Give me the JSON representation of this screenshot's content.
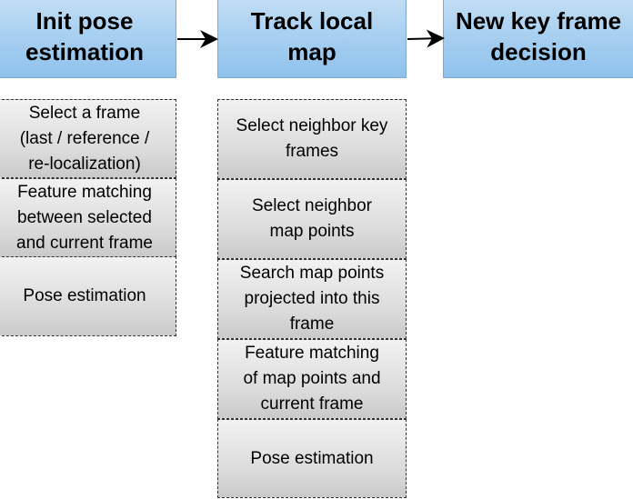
{
  "columns": [
    {
      "title": "Init pose\nestimation",
      "steps": [
        "Select a frame\n(last / reference /\nre-localization)",
        "Feature matching\nbetween selected\nand current frame",
        "Pose estimation"
      ]
    },
    {
      "title": "Track local\nmap",
      "steps": [
        "Select neighbor key\nframes",
        "Select neighbor\nmap points",
        "Search map points\nprojected into this\nframe",
        "Feature matching\nof map points and\ncurrent frame",
        "Pose estimation"
      ]
    },
    {
      "title": "New key frame\ndecision",
      "steps": []
    }
  ],
  "colors": {
    "header_fill": "#a5cef0",
    "header_border": "#7fa8d0",
    "step_fill": "#d9d9d9",
    "step_border": "#333333",
    "arrow": "#000000"
  }
}
